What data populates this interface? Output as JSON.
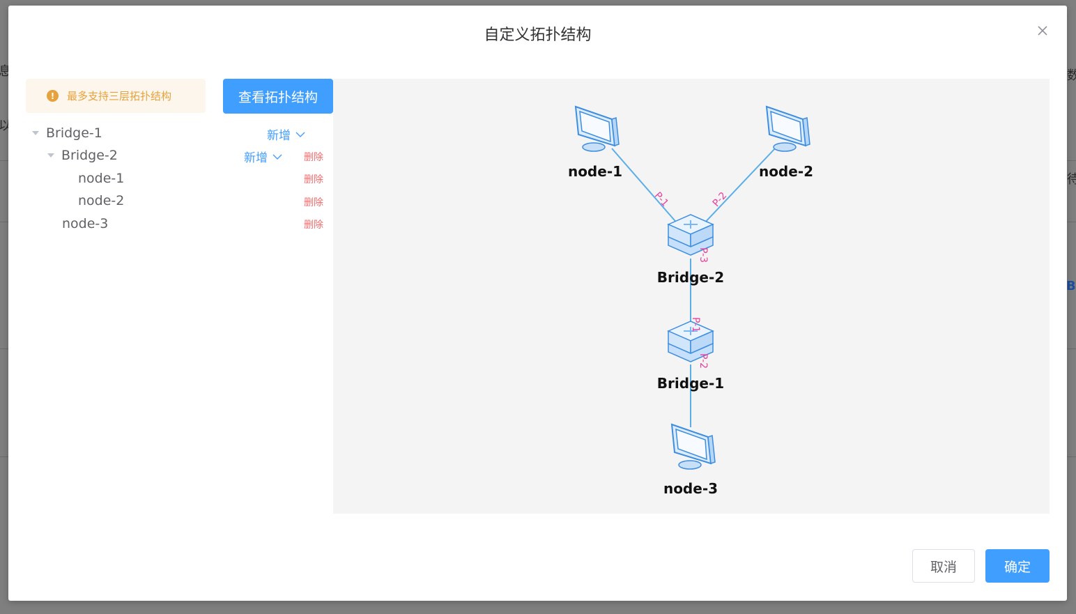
{
  "dialog": {
    "title": "自定义拓扑结构",
    "alert_text": "最多支持三层拓扑结构",
    "view_button": "查看拓扑结构",
    "cancel_label": "取消",
    "confirm_label": "确定"
  },
  "tree": {
    "nodes": [
      {
        "label": "Bridge-1",
        "add_label": "新增"
      },
      {
        "label": "Bridge-2",
        "add_label": "新增",
        "delete_label": "删除"
      },
      {
        "label": "node-1",
        "delete_label": "删除"
      },
      {
        "label": "node-2",
        "delete_label": "删除"
      },
      {
        "label": "node-3",
        "delete_label": "删除"
      }
    ]
  },
  "topology": {
    "nodes": [
      {
        "label": "node-1",
        "kind": "computer-icon"
      },
      {
        "label": "node-2",
        "kind": "computer-icon"
      },
      {
        "label": "Bridge-2",
        "kind": "switch-icon"
      },
      {
        "label": "Bridge-1",
        "kind": "switch-icon"
      },
      {
        "label": "node-3",
        "kind": "computer-icon"
      }
    ],
    "ports": [
      "P-1",
      "P-2",
      "P-3",
      "P-1",
      "P-2"
    ],
    "colors": {
      "link": "#5aaee8",
      "port": "#e8409c",
      "accent": "#409eff"
    }
  },
  "background": {
    "edge_chars": [
      "息",
      "以",
      "数",
      "待",
      "Br"
    ]
  }
}
